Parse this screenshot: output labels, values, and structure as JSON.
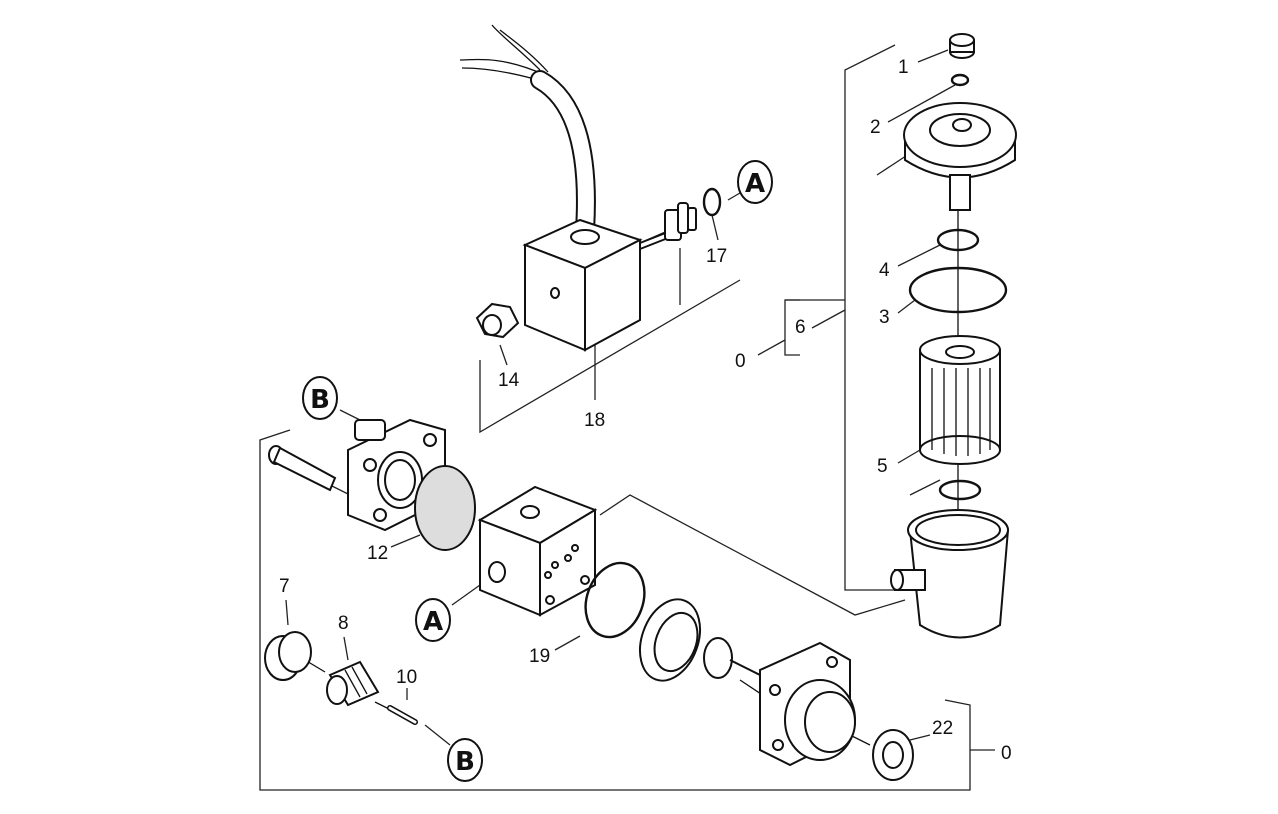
{
  "labels": {
    "p1": "1",
    "p2": "2",
    "p4": "4",
    "p3": "3",
    "p6": "6",
    "p0a": "0",
    "p5": "5",
    "p17": "17",
    "p14": "14",
    "p18": "18",
    "p12": "12",
    "p7": "7",
    "p8": "8",
    "p10": "10",
    "p19": "19",
    "p22": "22",
    "p0b": "0"
  },
  "refs": {
    "a_top": "A",
    "a_block": "A",
    "b_top": "B",
    "b_bottom": "B"
  }
}
